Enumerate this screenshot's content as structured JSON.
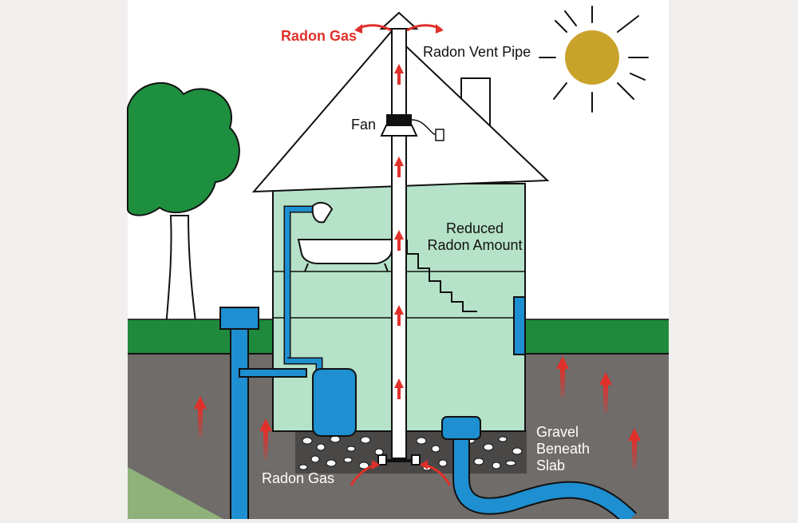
{
  "labels": {
    "radon_gas_top": "Radon Gas",
    "vent_pipe": "Radon Vent Pipe",
    "fan": "Fan",
    "reduced_line1": "Reduced",
    "reduced_line2": "Radon Amount",
    "radon_gas_bottom": "Radon Gas",
    "gravel_line1": "Gravel",
    "gravel_line2": "Beneath",
    "gravel_line3": "Slab"
  },
  "colors": {
    "background": "#f1eeee",
    "sky": "#ffffff",
    "grass": "#1f8a3c",
    "soil": "#6f6c6a",
    "house_wall": "#b5e2c8",
    "pipe_blue": "#1e8fd1",
    "radon_red": "#e0302a",
    "tree_green": "#1e8f3f",
    "sun": "#c9a22a"
  },
  "icons": [
    "sun-icon",
    "tree-icon",
    "fan-icon",
    "bathtub-icon",
    "shower-icon",
    "water-heater-icon",
    "radon-arrow-icon"
  ]
}
